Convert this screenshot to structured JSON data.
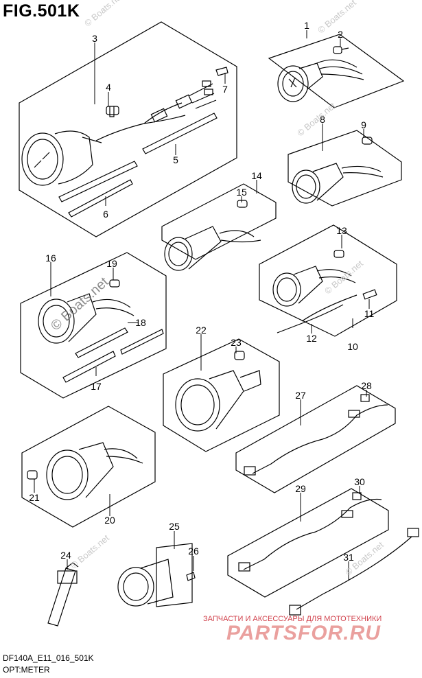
{
  "figure": {
    "title": "FIG.501K",
    "model_code": "DF140A_E11_016_501K",
    "section": "OPT:METER"
  },
  "callouts": [
    "1",
    "2",
    "3",
    "4",
    "5",
    "6",
    "7",
    "8",
    "9",
    "10",
    "11",
    "12",
    "13",
    "14",
    "15",
    "16",
    "17",
    "18",
    "19",
    "20",
    "21",
    "22",
    "23",
    "24",
    "25",
    "26",
    "27",
    "28",
    "29",
    "30",
    "31"
  ],
  "watermarks": {
    "site": "© Boats.net",
    "site_large": "© Boats.net",
    "ru_text": "ЗАПЧАСТИ И АКСЕССУАРЫ ДЛЯ МОТОТЕХНИКИ",
    "ru_logo": "PARTSFOR.RU"
  }
}
